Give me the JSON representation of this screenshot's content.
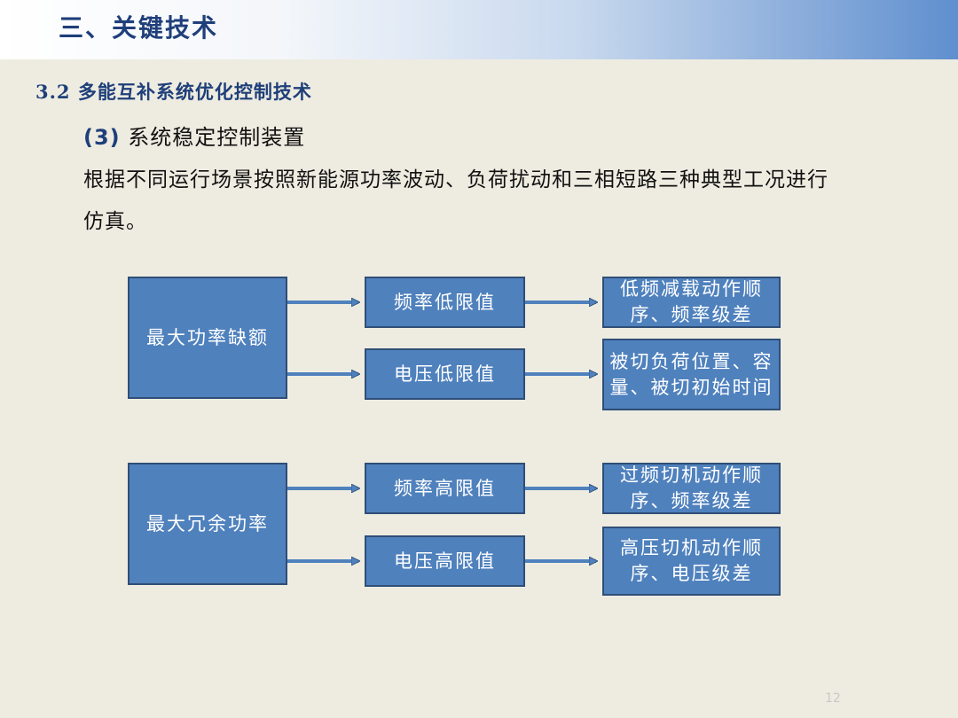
{
  "header": {
    "title": "三、关键技术"
  },
  "section": {
    "title": "3.2 多能互补系统优化控制技术"
  },
  "subsection": {
    "number": "(3)",
    "title": "系统稳定控制装置"
  },
  "body": {
    "text": "根据不同运行场景按照新能源功率波动、负荷扰动和三相短路三种典型工况进行仿真。"
  },
  "diagram": {
    "group1": {
      "root": "最大功率缺额",
      "branch1": "频率低限值",
      "result1": "低频减载动作顺序、频率级差",
      "branch2": "电压低限值",
      "result2": "被切负荷位置、容量、被切初始时间"
    },
    "group2": {
      "root": "最大冗余功率",
      "branch1": "频率高限值",
      "result1": "过频切机动作顺序、频率级差",
      "branch2": "电压高限值",
      "result2": "高压切机动作顺序、电压级差"
    }
  },
  "colors": {
    "box_fill": "#4f81bd",
    "box_border": "#2f4e77",
    "title": "#1f3f7a",
    "background": "#eeece1"
  },
  "page_number": "12"
}
